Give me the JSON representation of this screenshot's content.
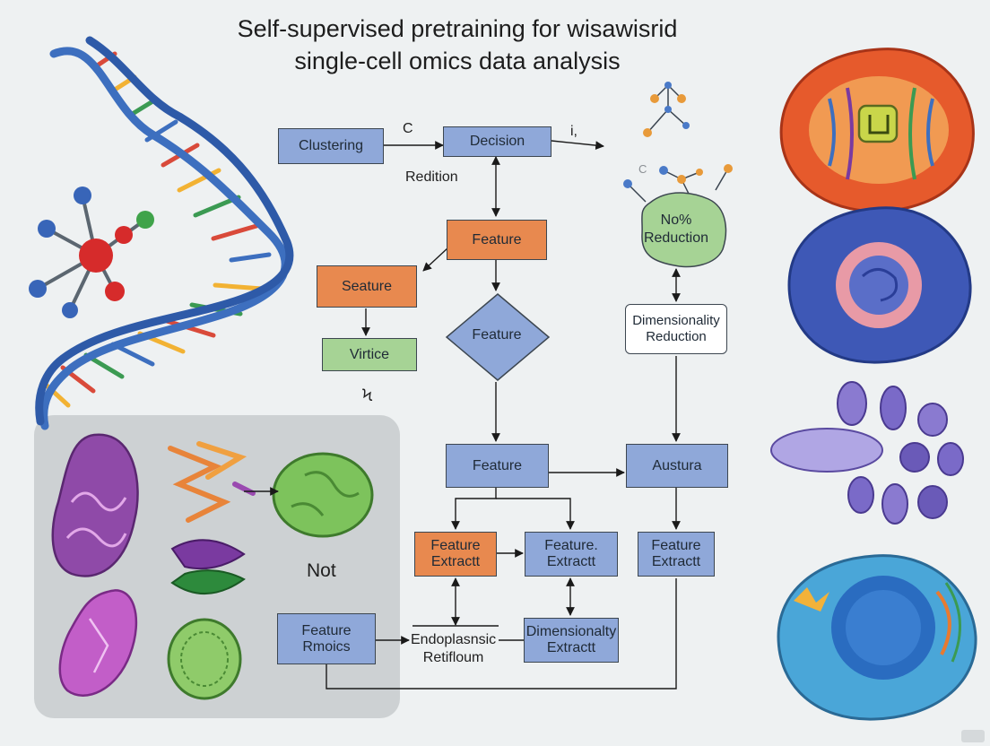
{
  "title_line1": "Self-supervised pretraining for wisawisrid",
  "title_line2": "single-cell omics data analysis",
  "nodes": {
    "clustering": "Clustering",
    "decision": "Decision",
    "feature_top": "Feature",
    "seature": "Seature",
    "virtice": "Virtice",
    "feature_diamond": "Feature",
    "no_reduction_l1": "No%",
    "no_reduction_l2": "Reduction",
    "dim_red_l1": "Dimensionality",
    "dim_red_l2": "Reduction",
    "feature_mid": "Feature",
    "austura": "Austura",
    "fe_orange_l1": "Feature",
    "fe_orange_l2": "Extractt",
    "fe_blue_l1": "Feature.",
    "fe_blue_l2": "Extractt",
    "fe_right_l1": "Feature",
    "fe_right_l2": "Extractt",
    "fr_l1": "Feature",
    "fr_l2": "Rmoics",
    "de_l1": "Dimensionalty",
    "de_l2": "Extractt"
  },
  "labels": {
    "c_label": "C",
    "i_label": "i,",
    "redition": "Redition",
    "c_small": "C",
    "small_mark": "Ϟ",
    "not_label": "Not",
    "endo_l1": "Endoplasnsic",
    "endo_l2": "Retifloum"
  },
  "colors": {
    "node_blue": "#8fa8d9",
    "node_orange": "#e8894f",
    "node_green": "#a6d395",
    "dna_blue": "#3d6fbf",
    "panel_gray": "#cdd1d3"
  }
}
